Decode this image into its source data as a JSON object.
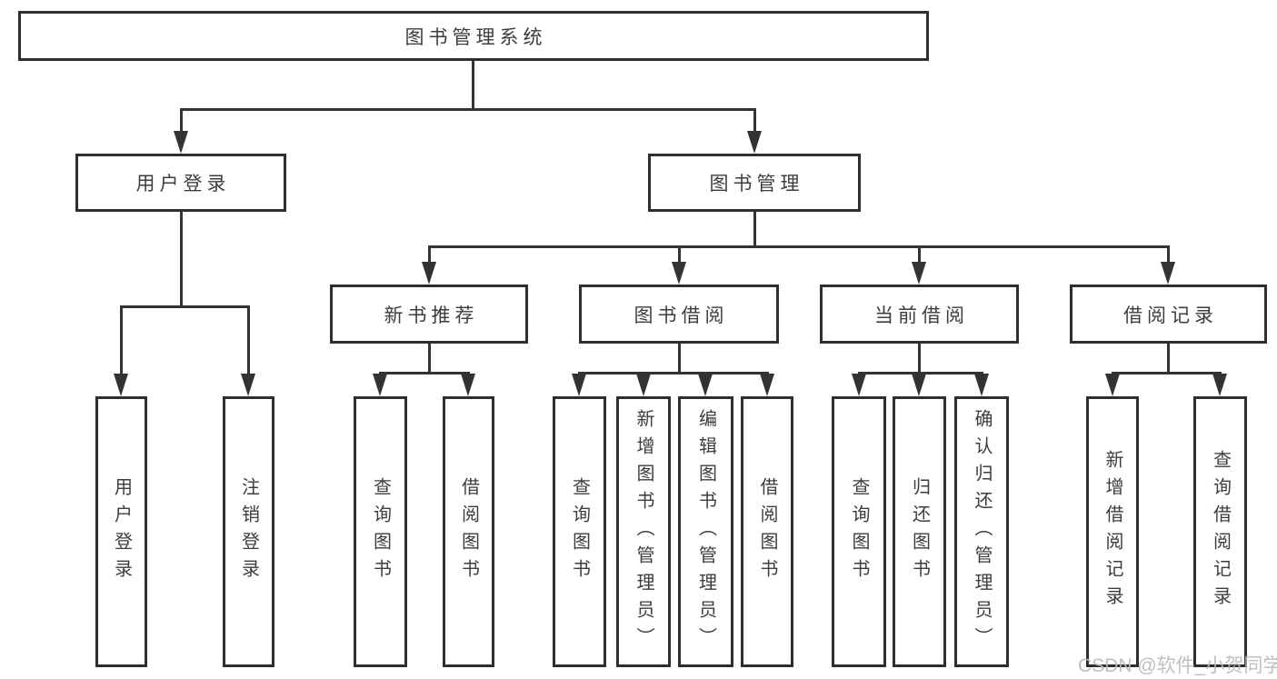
{
  "diagram_type": "hierarchy-tree",
  "colors": {
    "background": "#ffffff",
    "box_border": "#2e2e2e",
    "connector_line": "#333333",
    "text": "#3d3d3d",
    "watermark": "#bababa"
  },
  "tree": {
    "label": "图书管理系统",
    "children": [
      {
        "label": "用户登录",
        "children": [
          {
            "label": "用户登录"
          },
          {
            "label": "注销登录"
          }
        ]
      },
      {
        "label": "图书管理",
        "children": [
          {
            "label": "新书推荐",
            "children": [
              {
                "label": "查询图书"
              },
              {
                "label": "借阅图书"
              }
            ]
          },
          {
            "label": "图书借阅",
            "children": [
              {
                "label": "查询图书"
              },
              {
                "label": "新增图书（管理员）"
              },
              {
                "label": "编辑图书（管理员）"
              },
              {
                "label": "借阅图书"
              }
            ]
          },
          {
            "label": "当前借阅",
            "children": [
              {
                "label": "查询图书"
              },
              {
                "label": "归还图书"
              },
              {
                "label": "确认归还（管理员）"
              }
            ]
          },
          {
            "label": "借阅记录",
            "children": [
              {
                "label": "新增借阅记录"
              },
              {
                "label": "查询借阅记录"
              }
            ]
          }
        ]
      }
    ]
  },
  "watermark": {
    "text": "CSDN @软件_小贺同学"
  }
}
